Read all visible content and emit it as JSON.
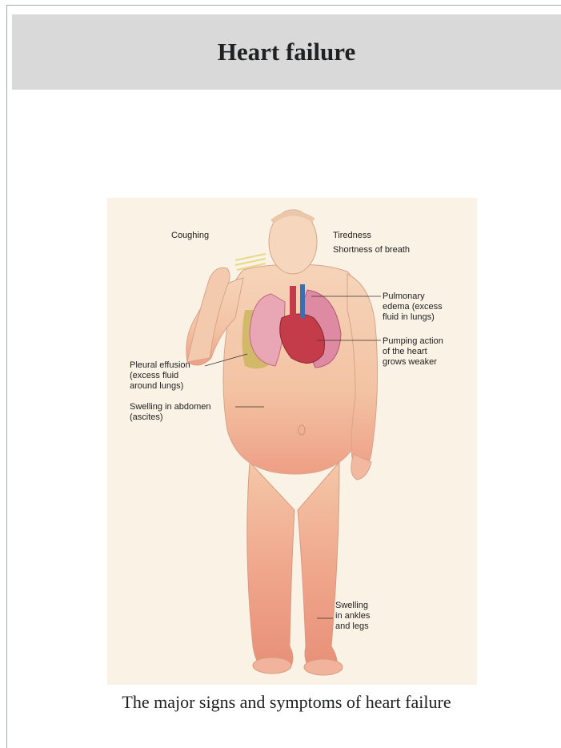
{
  "title": "Heart failure",
  "figure": {
    "labels": {
      "coughing": "Coughing",
      "tiredness": "Tiredness",
      "shortness": "Shortness of breath",
      "pulmonary": [
        "Pulmonary",
        "edema (excess",
        "fluid in lungs)"
      ],
      "pumping": [
        "Pumping action",
        "of the heart",
        "grows weaker"
      ],
      "pleural": [
        "Pleural effusion",
        "(excess fluid",
        "around lungs)"
      ],
      "abdomen": [
        "Swelling in abdomen",
        "(ascites)"
      ],
      "ankles": [
        "Swelling",
        "in ankles",
        "and legs"
      ]
    }
  },
  "caption": "The major signs and symptoms of heart failure"
}
